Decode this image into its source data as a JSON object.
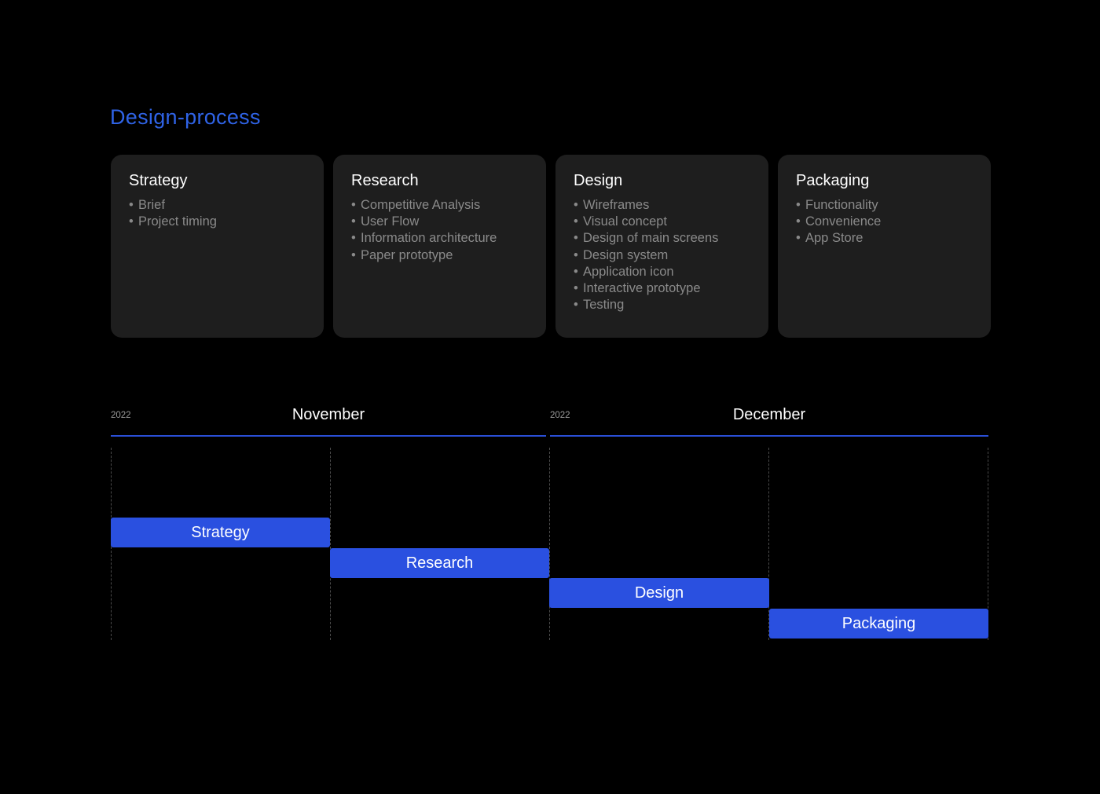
{
  "title": "Design-process",
  "accent_color": "#2f63e6",
  "bar_color": "#2a50e0",
  "stages": [
    {
      "title": "Strategy",
      "items": [
        "Brief",
        "Project timing"
      ]
    },
    {
      "title": "Research",
      "items": [
        "Competitive Analysis",
        "User Flow",
        "Information architecture",
        "Paper prototype"
      ]
    },
    {
      "title": "Design",
      "items": [
        "Wireframes",
        "Visual concept",
        "Design of main screens",
        "Design system",
        "Application icon",
        "Interactive prototype",
        "Testing"
      ]
    },
    {
      "title": "Packaging",
      "items": [
        "Functionality",
        "Convenience",
        "App Store"
      ]
    }
  ],
  "timeline": {
    "months": [
      {
        "year": "2022",
        "name": "November"
      },
      {
        "year": "2022",
        "name": "December"
      }
    ],
    "tasks": [
      {
        "label": "Strategy",
        "start": "November 1",
        "end": "November 15"
      },
      {
        "label": "Research",
        "start": "November 15",
        "end": "November 30"
      },
      {
        "label": "Design",
        "start": "December 1",
        "end": "December 15"
      },
      {
        "label": "Packaging",
        "start": "December 15",
        "end": "December 31"
      }
    ]
  },
  "bullet_glyph": "•"
}
